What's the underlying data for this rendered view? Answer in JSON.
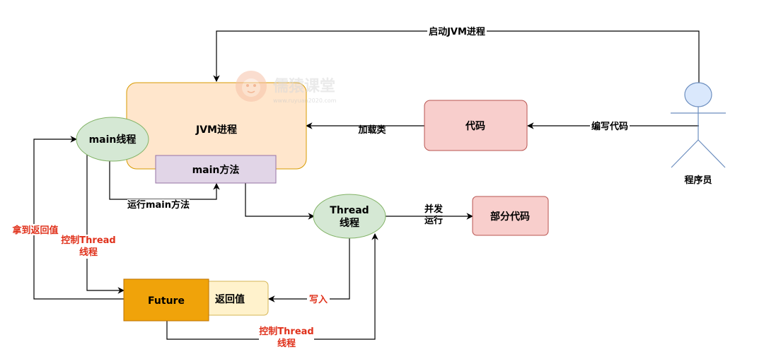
{
  "nodes": {
    "jvm_process": "JVM进程",
    "main_method": "main方法",
    "main_thread": "main线程",
    "code": "代码",
    "programmer": "程序员",
    "thread_line1": "Thread",
    "thread_line2": "线程",
    "partial_code": "部分代码",
    "future": "Future",
    "return_value": "返回值"
  },
  "edges": {
    "start_jvm": "启动JVM进程",
    "write_code": "编写代码",
    "load_class": "加载类",
    "run_main": "运行main方法",
    "concurrent_line1": "并发",
    "concurrent_line2": "运行",
    "get_return": "拿到返回值",
    "control_thread_line1": "控制Thread",
    "control_thread_line2": "线程",
    "write_in": "写入",
    "control_thread_b_line1": "控制Thread",
    "control_thread_b_line2": "线程"
  },
  "watermark": {
    "brand": "儒猿课堂",
    "url": "www.ruyuan2020.com"
  },
  "colors": {
    "jvm_fill": "#ffe6cc",
    "jvm_stroke": "#d79b00",
    "main_method_fill": "#e1d5e7",
    "main_method_stroke": "#9673a6",
    "ellipse_fill": "#d5e8d4",
    "ellipse_stroke": "#82b366",
    "code_fill": "#f8cecc",
    "code_stroke": "#b85450",
    "actor_fill": "#dae8fc",
    "actor_stroke": "#6c8ebf",
    "future_fill": "#f0a30a",
    "future_stroke": "#bd7000",
    "return_fill": "#fff2cc",
    "return_stroke": "#d6b656",
    "red_label": "#e0321c"
  }
}
